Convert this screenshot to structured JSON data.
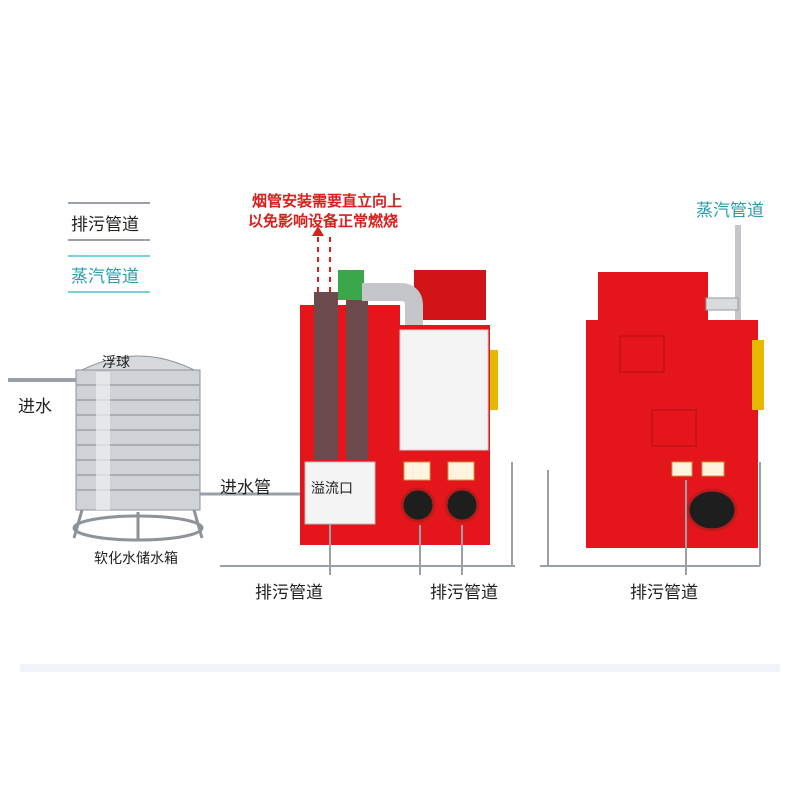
{
  "legend": {
    "drain_pipe": "排污管道",
    "steam_pipe": "蒸汽管道",
    "drain_color": "#8a8f99",
    "steam_color": "#5fc6d2"
  },
  "labels": {
    "float_ball": "浮球",
    "water_in": "进水",
    "water_in_pipe": "进水管",
    "tank": "软化水储水箱",
    "overflow": "溢流口",
    "chimney_note_line1": "烟管安装需要直立向上",
    "chimney_note_line2": "以免影响设备正常燃烧",
    "steam_pipe_right": "蒸汽管道",
    "drain_1": "排污管道",
    "drain_2": "排污管道",
    "drain_3": "排污管道"
  },
  "colors": {
    "boiler_red": "#e4161c",
    "boiler_dark_red": "#b50f14",
    "tank_steel": "#c9ccd0",
    "note_red": "#d8201c"
  }
}
